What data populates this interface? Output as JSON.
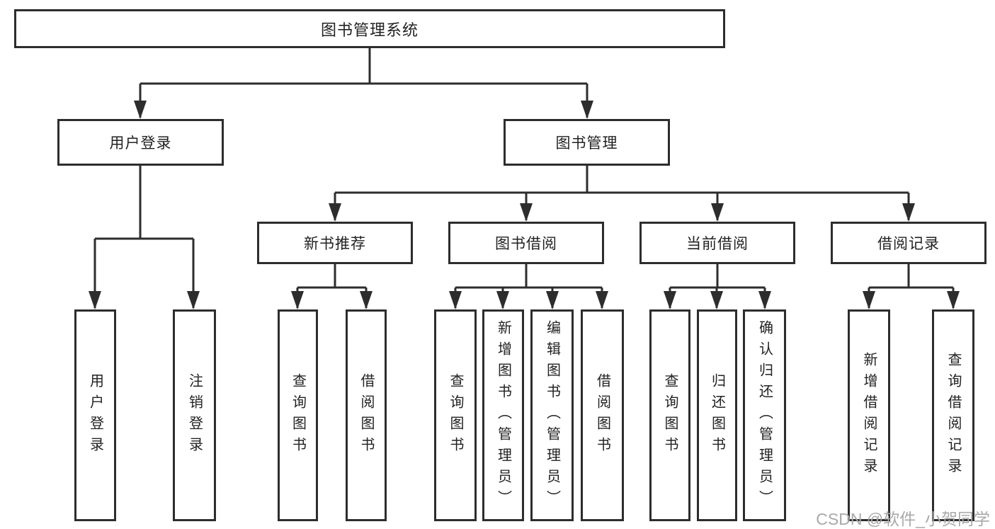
{
  "nodes": {
    "root": {
      "label": "图书管理系统"
    },
    "level2": [
      {
        "label": "用户登录"
      },
      {
        "label": "图书管理"
      }
    ],
    "level3": [
      {
        "label": "新书推荐"
      },
      {
        "label": "图书借阅"
      },
      {
        "label": "当前借阅"
      },
      {
        "label": "借阅记录"
      }
    ],
    "leaves": [
      {
        "label": "用户登录"
      },
      {
        "label": "注销登录"
      },
      {
        "label": "查询图书"
      },
      {
        "label": "借阅图书"
      },
      {
        "label": "查询图书"
      },
      {
        "label": "新增图书（管理员）"
      },
      {
        "label": "编辑图书（管理员）"
      },
      {
        "label": "借阅图书"
      },
      {
        "label": "查询图书"
      },
      {
        "label": "归还图书"
      },
      {
        "label": "确认归还（管理员）"
      },
      {
        "label": "新增借阅记录"
      },
      {
        "label": "查询借阅记录"
      }
    ]
  },
  "watermark": "CSDN @软件_小贺同学",
  "colors": {
    "line": "#2d2d2d",
    "box_border": "#2d2d2d",
    "box_fill": "#ffffff",
    "text": "#222222",
    "watermark": "#a9a9a9"
  }
}
